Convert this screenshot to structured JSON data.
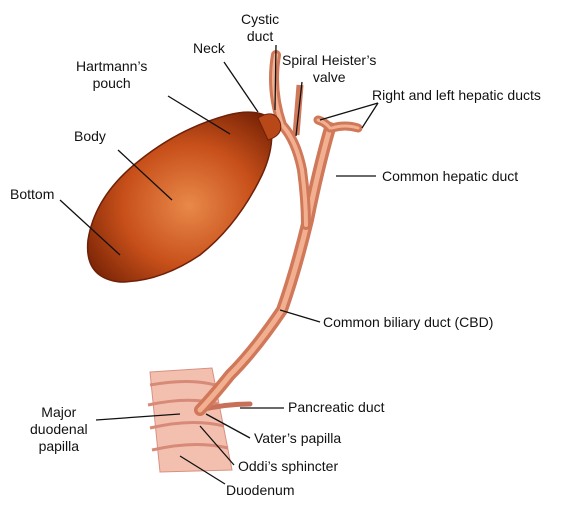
{
  "labels": {
    "cystic_duct": [
      "Cystic",
      "duct"
    ],
    "neck": "Neck",
    "hartmanns_pouch": [
      "Hartmann’s",
      "pouch"
    ],
    "spiral_heister_valve": [
      "Spiral Heister’s",
      "valve"
    ],
    "right_left_hepatic_ducts": "Right and left hepatic ducts",
    "body": "Body",
    "bottom": "Bottom",
    "common_hepatic_duct": "Common hepatic duct",
    "common_biliary_duct": "Common biliary duct (CBD)",
    "pancreatic_duct": "Pancreatic duct",
    "major_duodenal_papilla": [
      "Major",
      "duodenal",
      "papilla"
    ],
    "vaters_papilla": "Vater’s papilla",
    "oddis_sphincter": "Oddi’s sphincter",
    "duodenum": "Duodenum"
  },
  "colors": {
    "gallbladder_dark": "#8a2a08",
    "gallbladder_mid": "#c8501a",
    "gallbladder_light": "#e8894a",
    "duct": "#e8906a",
    "duct_edge": "#b85a3a",
    "duodenum": "#f0b8a8",
    "leader_line": "#111111"
  }
}
